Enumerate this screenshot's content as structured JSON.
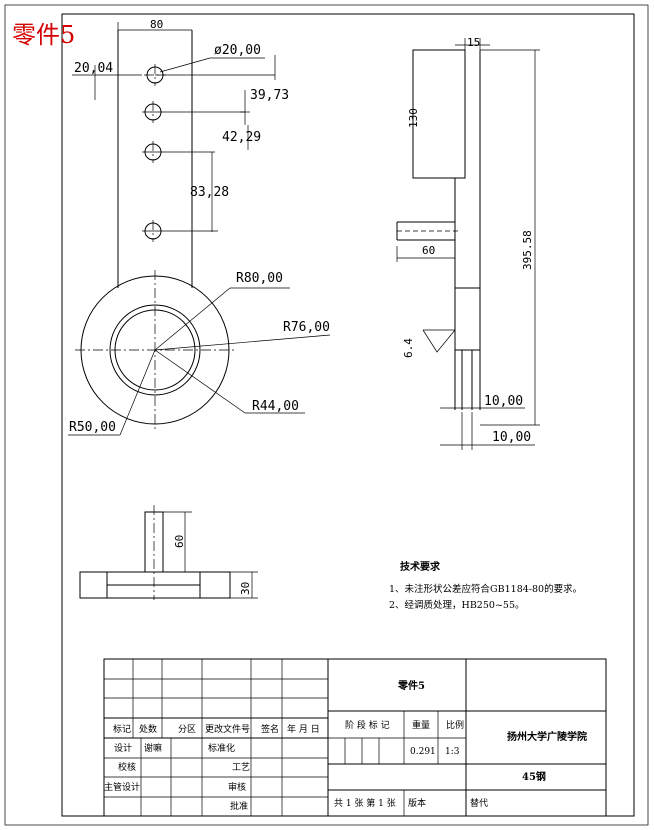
{
  "title": "零件5",
  "front_view": {
    "dims": {
      "width": "80",
      "hole_dia": "ø20,00",
      "hole_offset": "20,04",
      "pitch1": "39,73",
      "pitch2": "42,29",
      "pitch3": "83,28",
      "r80": "R80,00",
      "r76": "R76,00",
      "r44": "R44,00",
      "r50": "R50,00"
    }
  },
  "side_view": {
    "dims": {
      "top_w": "15",
      "top_h": "130",
      "length": "395.58",
      "boss_w": "60",
      "bottom_w1": "10,00",
      "bottom_w2": "10,00"
    },
    "roughness": "6.4"
  },
  "bottom_view": {
    "dims": {
      "h": "60",
      "t": "30"
    }
  },
  "notes": {
    "heading": "技术要求",
    "items": [
      "1、未注形状公差应符合GB1184-80的要求。",
      "2、经调质处理，HB250~55。"
    ]
  },
  "title_block": {
    "part_name": "零件5",
    "school": "扬州大学广陵学院",
    "material": "45钢",
    "labels": {
      "mark": "标记",
      "count": "处数",
      "zone": "分区",
      "change_doc": "更改文件号",
      "sign": "签名",
      "date": "年 月 日",
      "design": "设计",
      "designer": "谢嘛",
      "standard": "标准化",
      "check": "校核",
      "process": "工艺",
      "chief": "主管设计",
      "review": "审核",
      "approve": "批准",
      "stage": "阶 段 标 记",
      "weight": "重量",
      "scale": "比例",
      "weight_val": "0.291",
      "scale_val": "1:3",
      "sheet": "共 1 张 第 1 张",
      "version": "版本",
      "replace": "替代"
    }
  }
}
